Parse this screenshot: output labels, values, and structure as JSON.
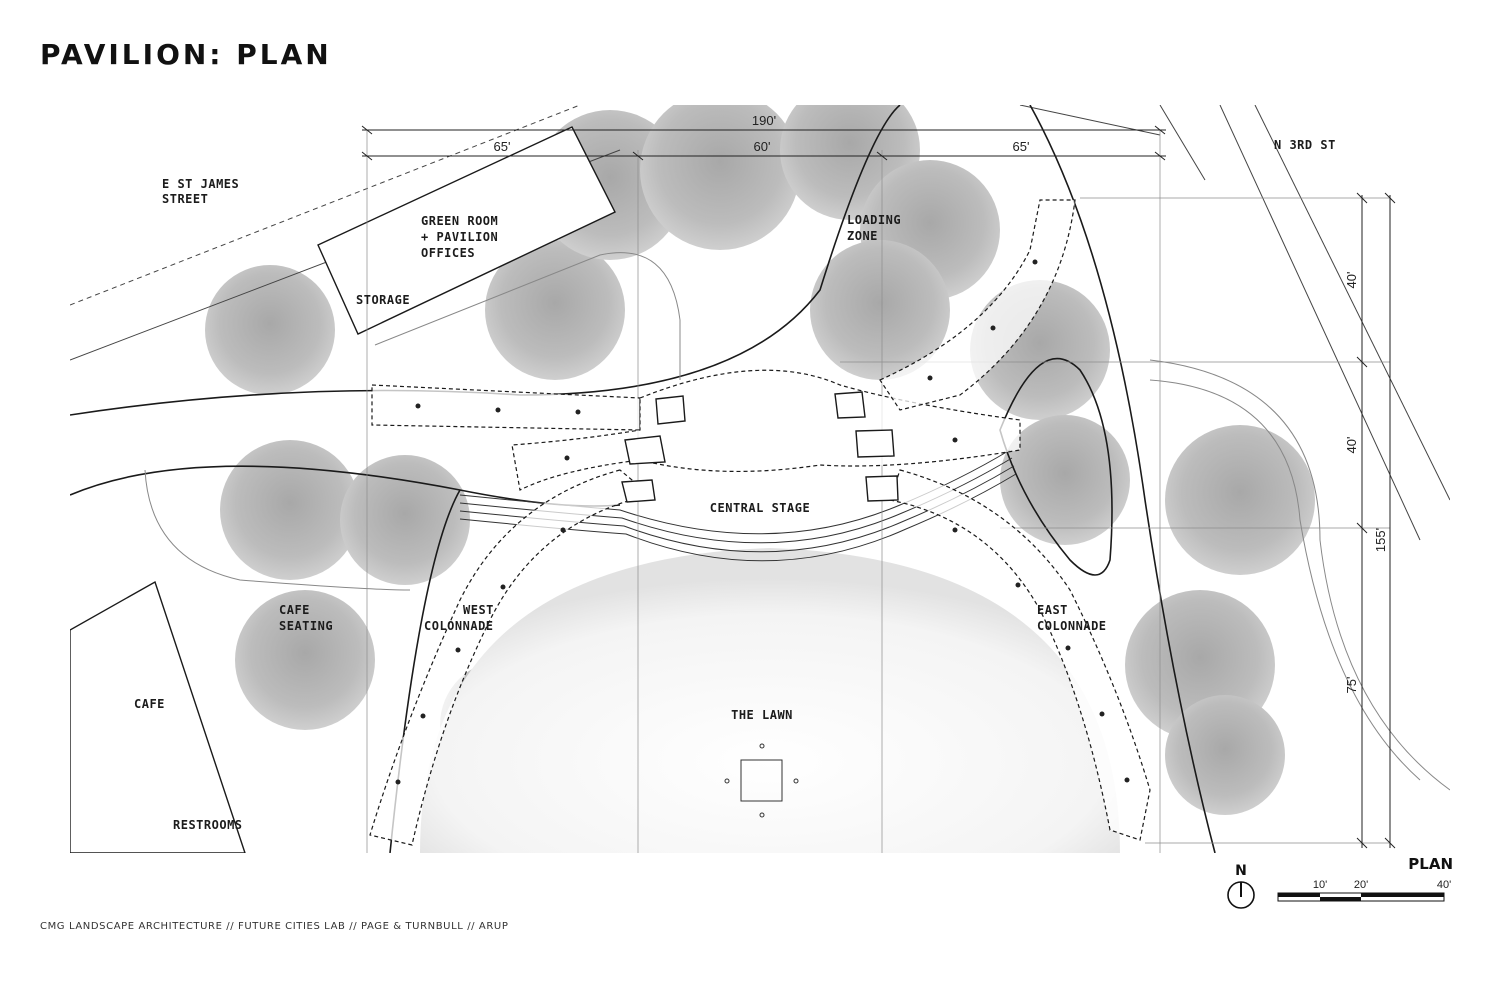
{
  "title": "PAVILION: PLAN",
  "credits": "CMG LANDSCAPE ARCHITECTURE // FUTURE CITIES LAB // PAGE & TURNBULL // ARUP",
  "labels": {
    "street_1": "E ST JAMES",
    "street_2": "STREET",
    "n3rd": "N 3RD ST",
    "green_1": "GREEN ROOM",
    "green_2": "+ PAVILION",
    "green_3": "OFFICES",
    "storage": "STORAGE",
    "loading_1": "LOADING",
    "loading_2": "ZONE",
    "stage": "CENTRAL STAGE",
    "cafe_seat_1": "CAFE",
    "cafe_seat_2": "SEATING",
    "cafe": "CAFE",
    "restrooms": "RESTROOMS",
    "west_1": "WEST",
    "west_2": "COLONNADE",
    "east_1": "EAST",
    "east_2": "COLONNADE",
    "lawn": "THE LAWN"
  },
  "dimensions": {
    "total": "190'",
    "left": "65'",
    "center": "60'",
    "right": "65'",
    "v1": "40'",
    "v2": "40'",
    "v3": "75'",
    "v_total": "155'"
  },
  "legend": {
    "north": "N",
    "plan": "PLAN",
    "scale_1": "10'",
    "scale_2": "20'",
    "scale_3": "40'"
  },
  "colors": {
    "tree": "#bdbdbd",
    "tree_dark": "#9c9c9c",
    "line": "#1a1a1a"
  }
}
